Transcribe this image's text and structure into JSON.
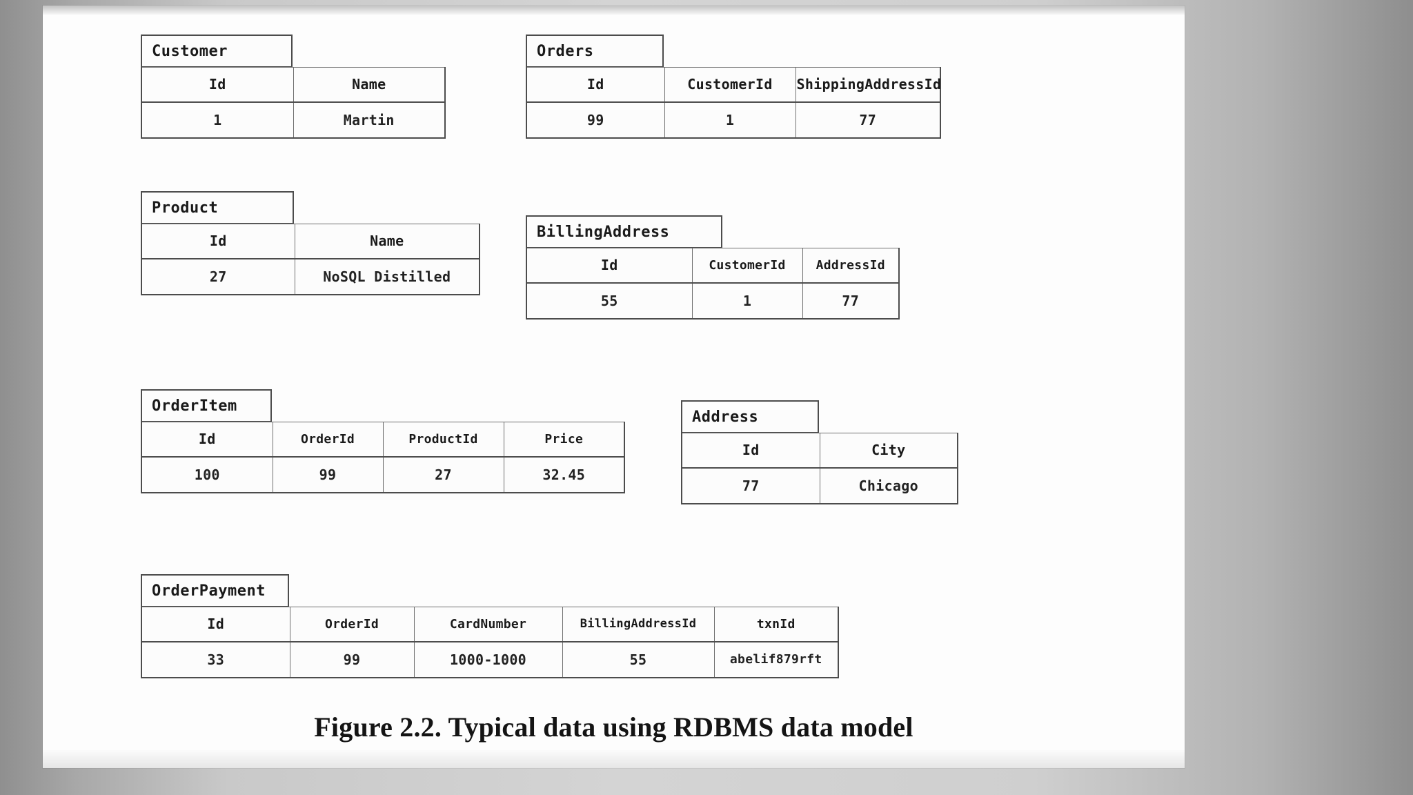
{
  "figure": {
    "caption": "Figure 2.2. Typical data using RDBMS data model",
    "colors": {
      "purple": "#8d5d8d",
      "blue": "#2020cc",
      "tan": "#dcae5a",
      "green": "#3ad469",
      "red": "#e01b1b",
      "gray": "#9b9b9b",
      "black": "#232323",
      "border": "#4c4c4c",
      "page": "#fdfdfd"
    }
  },
  "tables": {
    "customer": {
      "title": "Customer",
      "columns": [
        "Id",
        "Name"
      ],
      "row": [
        "1",
        "Martin"
      ]
    },
    "orders": {
      "title": "Orders",
      "columns": [
        "Id",
        "CustomerId",
        "ShippingAddressId"
      ],
      "row": [
        "99",
        "1",
        "77"
      ]
    },
    "product": {
      "title": "Product",
      "columns": [
        "Id",
        "Name"
      ],
      "row": [
        "27",
        "NoSQL Distilled"
      ]
    },
    "billingaddress": {
      "title": "BillingAddress",
      "columns": [
        "Id",
        "CustomerId",
        "AddressId"
      ],
      "row": [
        "55",
        "1",
        "77"
      ]
    },
    "orderitem": {
      "title": "OrderItem",
      "columns": [
        "Id",
        "OrderId",
        "ProductId",
        "Price"
      ],
      "row": [
        "100",
        "99",
        "27",
        "32.45"
      ]
    },
    "address": {
      "title": "Address",
      "columns": [
        "Id",
        "City"
      ],
      "row": [
        "77",
        "Chicago"
      ]
    },
    "orderpayment": {
      "title": "OrderPayment",
      "columns": [
        "Id",
        "OrderId",
        "CardNumber",
        "BillingAddressId",
        "txnId"
      ],
      "row": [
        "33",
        "99",
        "1000-1000",
        "55",
        "abelif879rft"
      ]
    }
  }
}
